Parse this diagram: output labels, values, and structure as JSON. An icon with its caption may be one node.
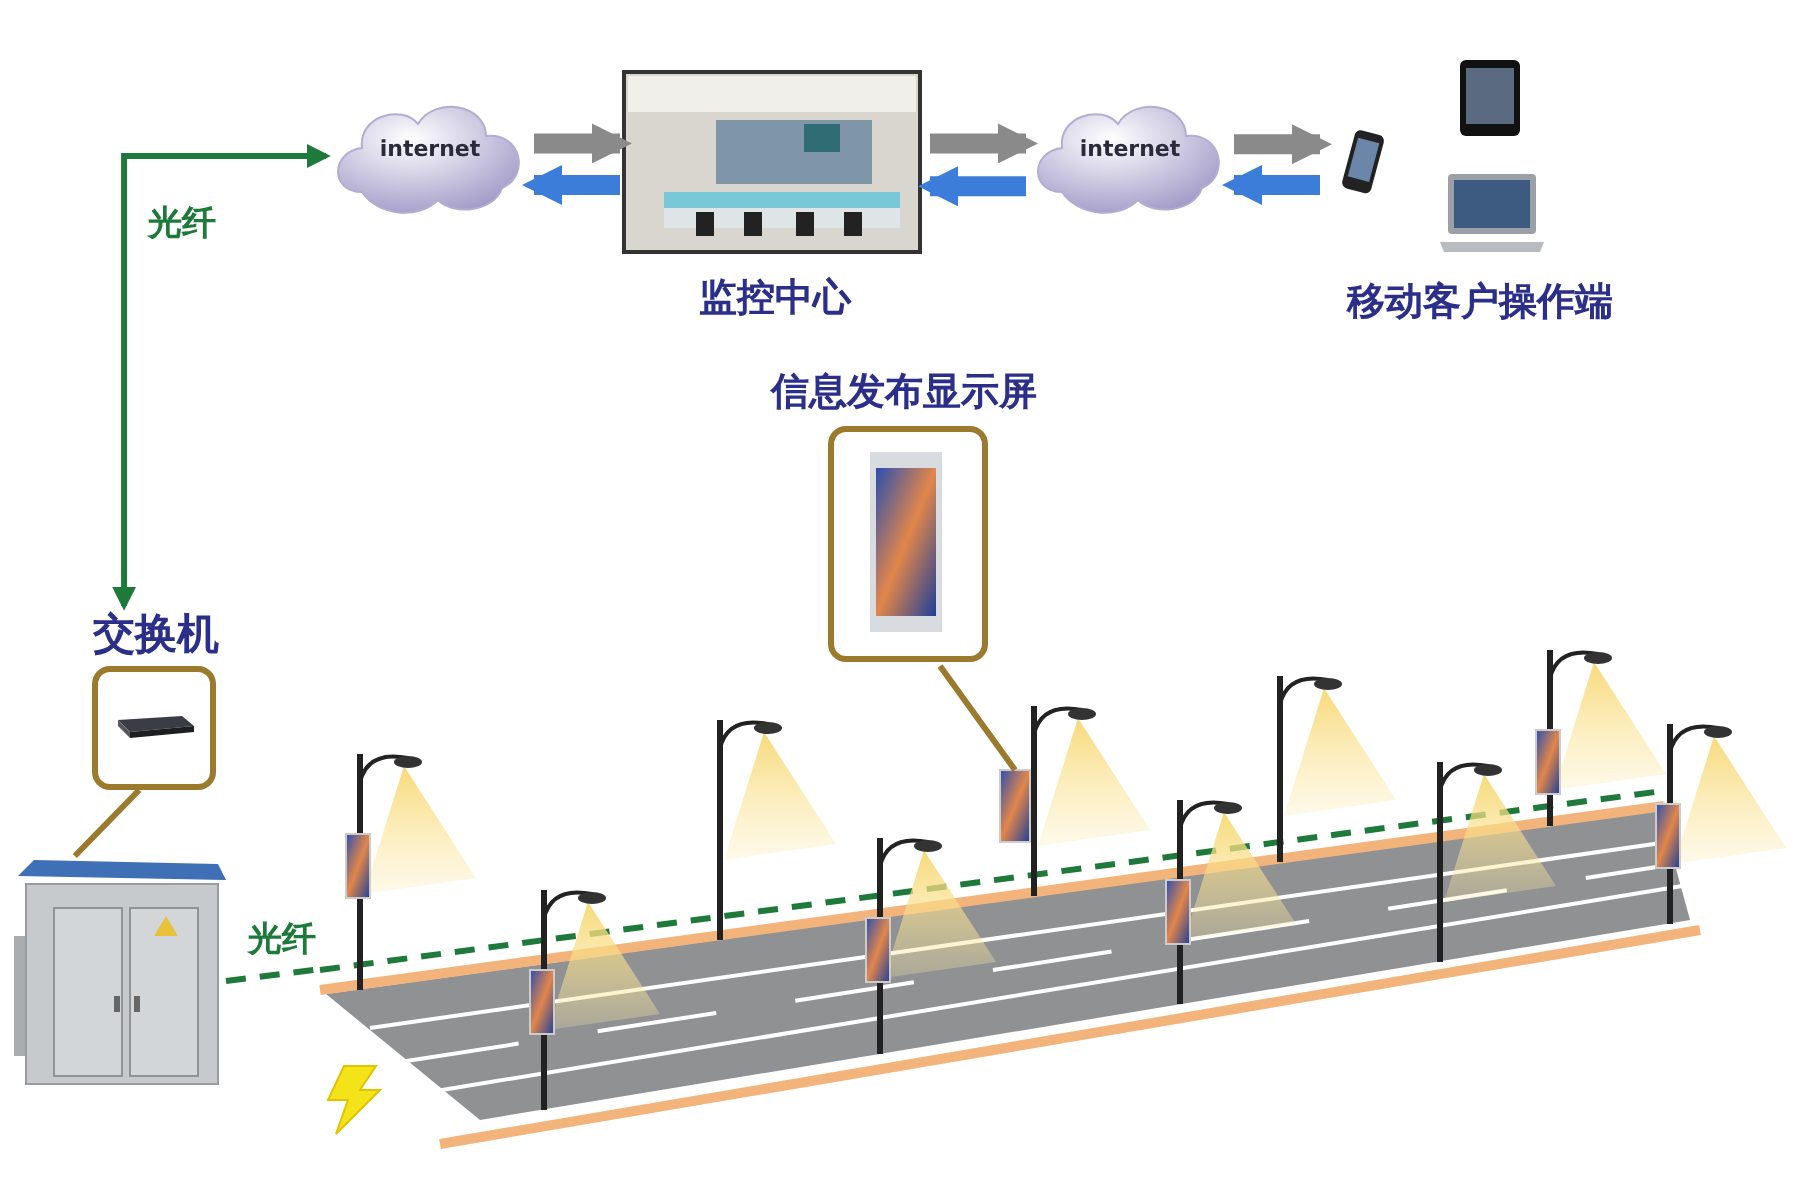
{
  "diagram": {
    "nodes": [
      {
        "text": [
          "交换机"
        ]
      },
      {
        "text": [],
        "shape": "picture"
      },
      {
        "text": [
          "internet"
        ]
      },
      {
        "text": [
          "监控中心"
        ]
      },
      {
        "text": [
          "internet"
        ]
      },
      {
        "text": [
          "移动客户操作端"
        ]
      },
      {
        "text": [
          "信息发布显示屏"
        ]
      },
      {
        "text": [],
        "shape": "picture"
      },
      {
        "text": [],
        "shape": "picture"
      }
    ],
    "edges": [
      {
        "from": 0,
        "to": 2,
        "arrow": "both",
        "label": "光纤",
        "color": "#1e7a3a"
      },
      {
        "from": 2,
        "to": 3,
        "arrow": "to"
      },
      {
        "from": 3,
        "to": 2,
        "arrow": "to",
        "color": "#3b7dd8"
      },
      {
        "from": 3,
        "to": 4,
        "arrow": "to"
      },
      {
        "from": 4,
        "to": 3,
        "arrow": "to",
        "color": "#3b7dd8"
      },
      {
        "from": 4,
        "to": 5,
        "arrow": "to"
      },
      {
        "from": 5,
        "to": 4,
        "arrow": "to",
        "color": "#3b7dd8"
      },
      {
        "from": 0,
        "to": 1,
        "arrow": "none",
        "color": "#9b7a2e"
      },
      {
        "from": 1,
        "to": 7,
        "arrow": "none",
        "label": "光纤",
        "style": "dashed",
        "color": "#1e7a3a"
      },
      {
        "from": 6,
        "to": 8,
        "arrow": "none",
        "color": "#9b7a2e"
      }
    ]
  }
}
